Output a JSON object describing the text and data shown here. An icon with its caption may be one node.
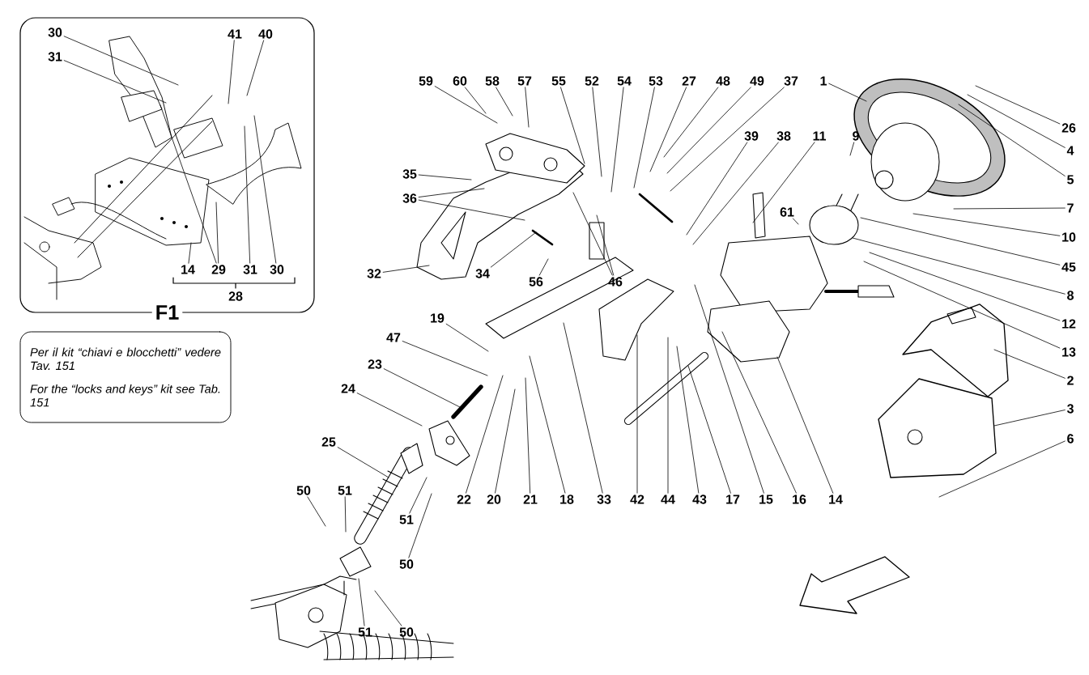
{
  "diagram": {
    "nodes": [
      {
        "text": [
          "F1"
        ]
      },
      {
        "text": [
          "30"
        ],
        "in": 0
      },
      {
        "text": [
          "31"
        ],
        "in": 0
      },
      {
        "text": [
          "41"
        ],
        "in": 0
      },
      {
        "text": [
          "40"
        ],
        "in": 0
      },
      {
        "text": [
          "14"
        ],
        "in": 0
      },
      {
        "text": [
          "29"
        ],
        "in": 0
      },
      {
        "text": [
          "31"
        ],
        "in": 0
      },
      {
        "text": [
          "30"
        ],
        "in": 0
      },
      {
        "text": [
          "28"
        ],
        "in": 0
      },
      {
        "text": [
          "Per il kit “chiavi e blocchetti” vedere Tav. 151",
          "For the “locks and keys” kit see Tab. 151"
        ]
      },
      {
        "text": [
          "59"
        ]
      },
      {
        "text": [
          "60"
        ]
      },
      {
        "text": [
          "58"
        ]
      },
      {
        "text": [
          "57"
        ]
      },
      {
        "text": [
          "55"
        ]
      },
      {
        "text": [
          "52"
        ]
      },
      {
        "text": [
          "54"
        ]
      },
      {
        "text": [
          "53"
        ]
      },
      {
        "text": [
          "27"
        ]
      },
      {
        "text": [
          "48"
        ]
      },
      {
        "text": [
          "49"
        ]
      },
      {
        "text": [
          "37"
        ]
      },
      {
        "text": [
          "1"
        ]
      },
      {
        "text": [
          "26"
        ]
      },
      {
        "text": [
          "4"
        ]
      },
      {
        "text": [
          "5"
        ]
      },
      {
        "text": [
          "39"
        ]
      },
      {
        "text": [
          "38"
        ]
      },
      {
        "text": [
          "11"
        ]
      },
      {
        "text": [
          "9"
        ]
      },
      {
        "text": [
          "7"
        ]
      },
      {
        "text": [
          "35"
        ]
      },
      {
        "text": [
          "36"
        ]
      },
      {
        "text": [
          "61"
        ]
      },
      {
        "text": [
          "10"
        ]
      },
      {
        "text": [
          "45"
        ]
      },
      {
        "text": [
          "32"
        ]
      },
      {
        "text": [
          "34"
        ]
      },
      {
        "text": [
          "56"
        ]
      },
      {
        "text": [
          "46"
        ]
      },
      {
        "text": [
          "8"
        ]
      },
      {
        "text": [
          "12"
        ]
      },
      {
        "text": [
          "13"
        ]
      },
      {
        "text": [
          "19"
        ]
      },
      {
        "text": [
          "47"
        ]
      },
      {
        "text": [
          "2"
        ]
      },
      {
        "text": [
          "23"
        ]
      },
      {
        "text": [
          "3"
        ]
      },
      {
        "text": [
          "24"
        ]
      },
      {
        "text": [
          "6"
        ]
      },
      {
        "text": [
          "25"
        ]
      },
      {
        "text": [
          "50"
        ]
      },
      {
        "text": [
          "51"
        ]
      },
      {
        "text": [
          "51"
        ]
      },
      {
        "text": [
          "50"
        ]
      },
      {
        "text": [
          "22"
        ]
      },
      {
        "text": [
          "20"
        ]
      },
      {
        "text": [
          "21"
        ]
      },
      {
        "text": [
          "18"
        ]
      },
      {
        "text": [
          "33"
        ]
      },
      {
        "text": [
          "42"
        ]
      },
      {
        "text": [
          "44"
        ]
      },
      {
        "text": [
          "43"
        ]
      },
      {
        "text": [
          "17"
        ]
      },
      {
        "text": [
          "15"
        ]
      },
      {
        "text": [
          "16"
        ]
      },
      {
        "text": [
          "14"
        ]
      },
      {
        "text": [
          "51"
        ]
      },
      {
        "text": [
          "50"
        ]
      }
    ],
    "edges": [
      {
        "from": 1,
        "to": null,
        "arrow": "none"
      },
      {
        "from": 2,
        "to": null,
        "arrow": "none"
      },
      {
        "from": 3,
        "to": null,
        "arrow": "none"
      },
      {
        "from": 4,
        "to": null,
        "arrow": "none"
      },
      {
        "from": 5,
        "to": null,
        "arrow": "none"
      },
      {
        "from": 6,
        "to": null,
        "arrow": "none"
      },
      {
        "from": 6,
        "to": null,
        "arrow": "none"
      },
      {
        "from": 7,
        "to": null,
        "arrow": "none"
      },
      {
        "from": 8,
        "to": null,
        "arrow": "none"
      },
      {
        "from": 11,
        "to": null,
        "arrow": "none"
      },
      {
        "from": 12,
        "to": null,
        "arrow": "none"
      },
      {
        "from": 13,
        "to": null,
        "arrow": "none"
      },
      {
        "from": 14,
        "to": null,
        "arrow": "none"
      },
      {
        "from": 15,
        "to": null,
        "arrow": "none"
      },
      {
        "from": 16,
        "to": null,
        "arrow": "none"
      },
      {
        "from": 17,
        "to": null,
        "arrow": "none"
      },
      {
        "from": 18,
        "to": null,
        "arrow": "none"
      },
      {
        "from": 19,
        "to": null,
        "arrow": "none"
      },
      {
        "from": 20,
        "to": null,
        "arrow": "none"
      },
      {
        "from": 21,
        "to": null,
        "arrow": "none"
      },
      {
        "from": 22,
        "to": null,
        "arrow": "none"
      },
      {
        "from": 23,
        "to": null,
        "arrow": "none"
      },
      {
        "from": 24,
        "to": null,
        "arrow": "none"
      },
      {
        "from": 25,
        "to": null,
        "arrow": "none"
      },
      {
        "from": 26,
        "to": null,
        "arrow": "none"
      },
      {
        "from": 27,
        "to": null,
        "arrow": "none"
      },
      {
        "from": 28,
        "to": null,
        "arrow": "none"
      },
      {
        "from": 29,
        "to": null,
        "arrow": "none"
      },
      {
        "from": 30,
        "to": null,
        "arrow": "none"
      },
      {
        "from": 31,
        "to": null,
        "arrow": "none"
      },
      {
        "from": 32,
        "to": null,
        "arrow": "none"
      },
      {
        "from": 33,
        "to": null,
        "arrow": "none"
      },
      {
        "from": 33,
        "to": null,
        "arrow": "none"
      },
      {
        "from": 34,
        "to": null,
        "arrow": "none"
      },
      {
        "from": 35,
        "to": null,
        "arrow": "none"
      },
      {
        "from": 36,
        "to": null,
        "arrow": "none"
      },
      {
        "from": 37,
        "to": null,
        "arrow": "none"
      },
      {
        "from": 38,
        "to": null,
        "arrow": "none"
      },
      {
        "from": 39,
        "to": null,
        "arrow": "none"
      },
      {
        "from": 40,
        "to": null,
        "arrow": "none"
      },
      {
        "from": 40,
        "to": null,
        "arrow": "none"
      },
      {
        "from": 41,
        "to": null,
        "arrow": "none"
      },
      {
        "from": 42,
        "to": null,
        "arrow": "none"
      },
      {
        "from": 43,
        "to": null,
        "arrow": "none"
      },
      {
        "from": 44,
        "to": null,
        "arrow": "none"
      },
      {
        "from": 45,
        "to": null,
        "arrow": "none"
      },
      {
        "from": 46,
        "to": null,
        "arrow": "none"
      },
      {
        "from": 47,
        "to": null,
        "arrow": "none"
      },
      {
        "from": 48,
        "to": null,
        "arrow": "none"
      },
      {
        "from": 49,
        "to": null,
        "arrow": "none"
      },
      {
        "from": 50,
        "to": null,
        "arrow": "none"
      },
      {
        "from": 51,
        "to": null,
        "arrow": "none"
      },
      {
        "from": 52,
        "to": null,
        "arrow": "none"
      },
      {
        "from": 53,
        "to": null,
        "arrow": "none"
      },
      {
        "from": 54,
        "to": null,
        "arrow": "none"
      },
      {
        "from": 55,
        "to": null,
        "arrow": "none"
      },
      {
        "from": 56,
        "to": null,
        "arrow": "none"
      },
      {
        "from": 57,
        "to": null,
        "arrow": "none"
      },
      {
        "from": 58,
        "to": null,
        "arrow": "none"
      },
      {
        "from": 59,
        "to": null,
        "arrow": "none"
      },
      {
        "from": 60,
        "to": null,
        "arrow": "none"
      },
      {
        "from": 61,
        "to": null,
        "arrow": "none"
      },
      {
        "from": 62,
        "to": null,
        "arrow": "none"
      },
      {
        "from": 63,
        "to": null,
        "arrow": "none"
      },
      {
        "from": 64,
        "to": null,
        "arrow": "none"
      },
      {
        "from": 65,
        "to": null,
        "arrow": "none"
      },
      {
        "from": 66,
        "to": null,
        "arrow": "none"
      },
      {
        "from": 67,
        "to": null,
        "arrow": "none"
      },
      {
        "from": 68,
        "to": null,
        "arrow": "none"
      },
      {
        "from": 69,
        "to": null,
        "arrow": "none"
      }
    ]
  }
}
